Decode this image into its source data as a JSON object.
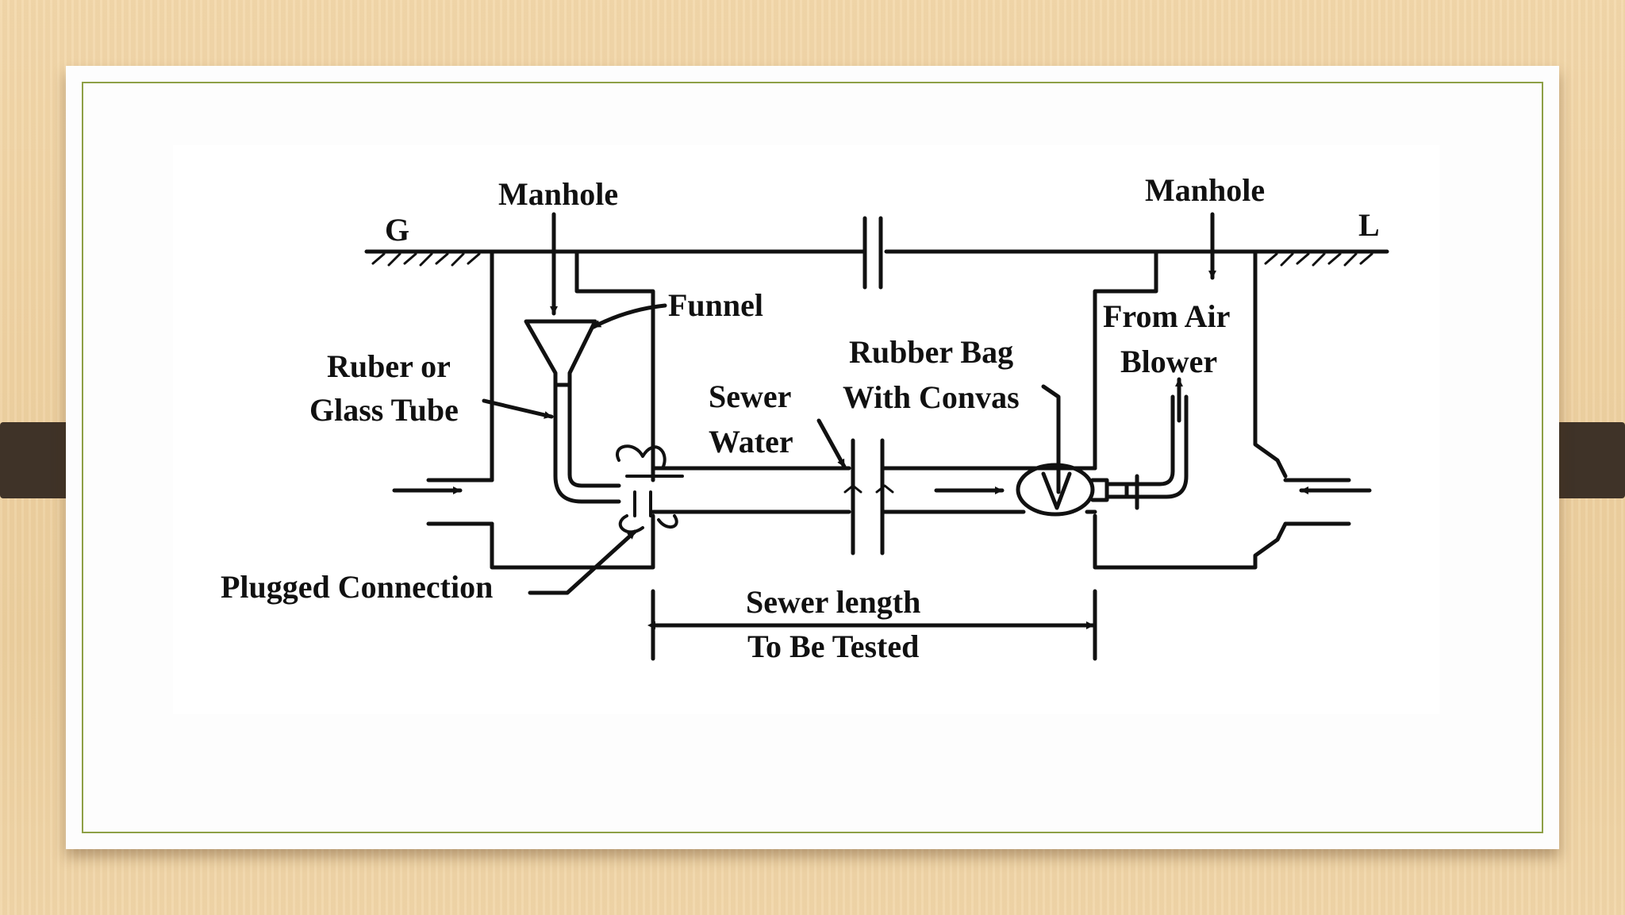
{
  "slide": {
    "colors": {
      "background": "#efd3a4",
      "card": "#fdfdfd",
      "card_border": "#8ea046",
      "tab": "#3f3328",
      "ink": "#111111"
    }
  },
  "diagram": {
    "labels": {
      "ground_left": "G",
      "ground_right": "L",
      "manhole_left": "Manhole",
      "manhole_right": "Manhole",
      "funnel": "Funnel",
      "tube_line1": "Ruber or",
      "tube_line2": "Glass Tube",
      "sewer_water_line1": "Sewer",
      "sewer_water_line2": "Water",
      "rubber_bag_line1": "Rubber Bag",
      "rubber_bag_line2": "With Convas",
      "air_line1": "From Air",
      "air_line2": "Blower",
      "plugged": "Plugged Connection",
      "length_line1": "Sewer length",
      "length_line2": "To Be Tested"
    }
  }
}
